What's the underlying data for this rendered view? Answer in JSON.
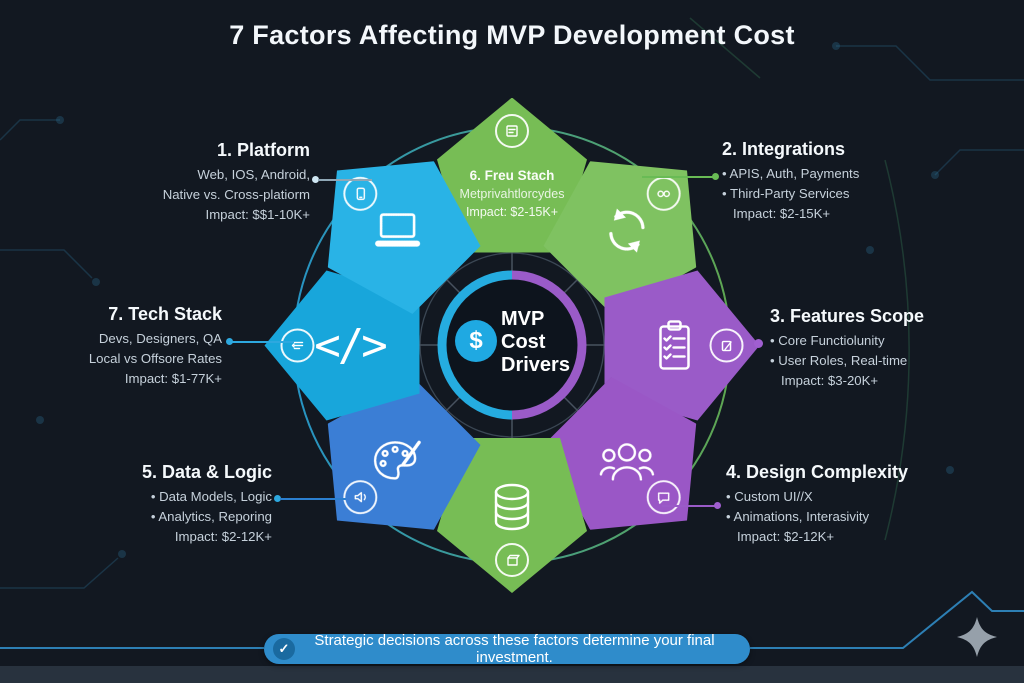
{
  "title": "7 Factors Affecting MVP Development Cost",
  "hub": {
    "dollar": "$",
    "line1": "MVP",
    "line2": "Cost",
    "line3": "Drivers"
  },
  "petal_six": {
    "title": "6. Freu Stach",
    "subtitle": "Metprivahtlorcydes",
    "impact": "Impact: $2-15K+"
  },
  "factors": {
    "f1": {
      "title": "1. Platform",
      "line1": "Web, IOS, Android,",
      "line2": "Native vs. Cross-platiorm",
      "line3": "Impact: $$1-10K+"
    },
    "f2": {
      "title": "2. Integrations",
      "line1": "• APIS, Auth, Payments",
      "line2": "• Third-Party Services",
      "line3": "Impact: $2-15K+"
    },
    "f3": {
      "title": "3. Features Scope",
      "line1": "• Core Functiolunity",
      "line2": "• User Roles, Real-time",
      "line3": "Impact: $3-20K+"
    },
    "f4": {
      "title": "4. Design Complexity",
      "line1": "• Custom UI//X",
      "line2": "• Animations, Interasivity",
      "line3": "Impact: $2-12K+"
    },
    "f5": {
      "title": "5. Data & Logic",
      "line1": "• Data Models, Logic",
      "line2": "• Analytics, Reporing",
      "line3": "Impact: $2-12K+"
    },
    "f7": {
      "title": "7. Tech Stack",
      "line1": "Devs, Designers, QA",
      "line2": "Local vs Offsore Rates",
      "line3": "Impact: $1-77K+"
    }
  },
  "footer": {
    "check": "✓",
    "text": "Strategic decisions across these factors determine your final investment."
  },
  "icons": {
    "code_glyph": "</>",
    "names": [
      "laptop-icon",
      "smartphone-icon",
      "sync-icon",
      "oauth-icon",
      "clipboard-checklist-icon",
      "note-pencil-icon",
      "users-icon",
      "chat-icon",
      "database-icon",
      "package-icon",
      "palette-icon",
      "speaker-icon",
      "code-icon",
      "list-arrow-icon",
      "certificate-icon",
      "dollar-icon",
      "check-icon",
      "sparkle-icon"
    ]
  },
  "colors": {
    "background": "#121821",
    "cyan": "#29b3e6",
    "cyan_deep": "#18a6db",
    "blue": "#3b7ed5",
    "green": "#77bd55",
    "purple": "#9a5bc8",
    "banner_blue": "#2f8ccb",
    "line_blue": "#2d7fb4",
    "text_primary": "#f5f9fc",
    "text_secondary": "#c6d1db"
  }
}
